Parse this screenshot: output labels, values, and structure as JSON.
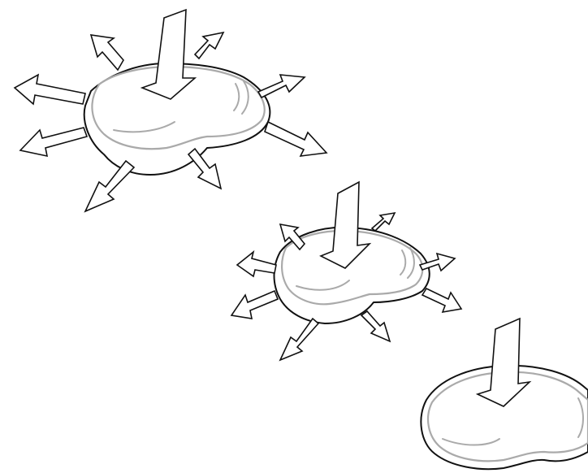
{
  "figure": {
    "description": "",
    "colors": {
      "outline": "#111111",
      "shell": "#aaaaaa",
      "background": "#ffffff"
    },
    "organisms": [
      {
        "id": "large",
        "outward_arrows": 8,
        "downward_arrow": true
      },
      {
        "id": "medium",
        "outward_arrows": 8,
        "downward_arrow": true
      },
      {
        "id": "small",
        "outward_arrows": 0,
        "downward_arrow": true
      }
    ]
  }
}
